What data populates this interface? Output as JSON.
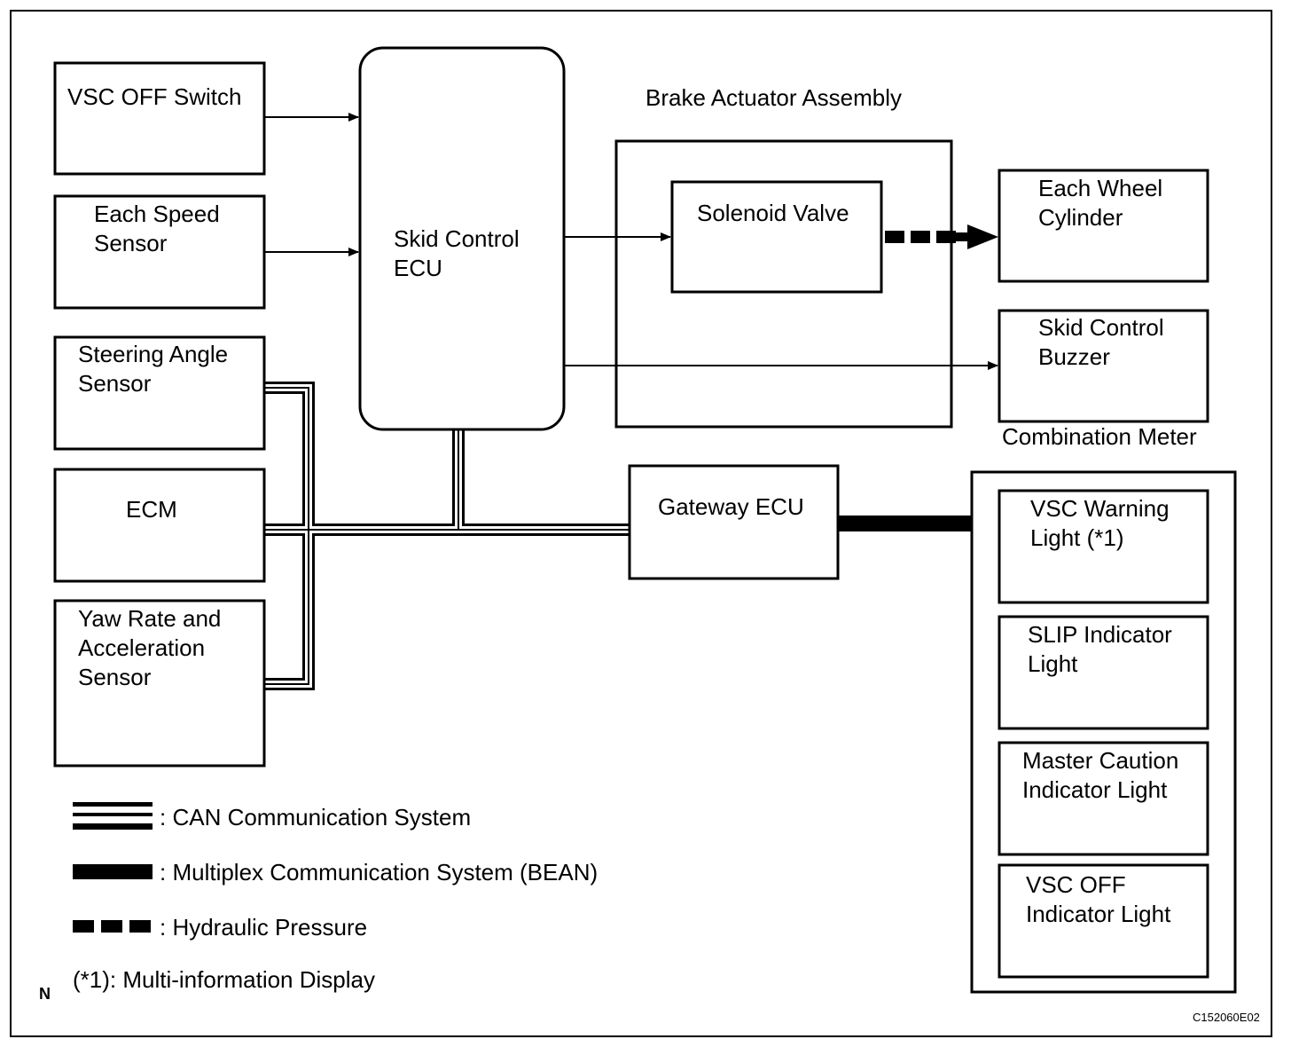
{
  "diagram": {
    "nodes": {
      "vsc_off_switch": [
        "VSC OFF Switch"
      ],
      "speed_sensor": [
        "Each Speed",
        "Sensor"
      ],
      "steering_sensor": [
        "Steering Angle",
        "Sensor"
      ],
      "ecm": [
        "ECM"
      ],
      "yaw_sensor": [
        "Yaw Rate and",
        "Acceleration",
        "Sensor"
      ],
      "skid_ecu": [
        "Skid Control",
        "ECU"
      ],
      "brake_actuator_title": "Brake Actuator Assembly",
      "solenoid_valve": [
        "Solenoid Valve"
      ],
      "wheel_cylinder": [
        "Each Wheel",
        "Cylinder"
      ],
      "skid_buzzer": [
        "Skid Control",
        "Buzzer"
      ],
      "combination_meter_title": "Combination Meter",
      "gateway_ecu": [
        "Gateway ECU"
      ],
      "vsc_warning": [
        "VSC Warning",
        "Light (*1)"
      ],
      "slip_indicator": [
        "SLIP Indicator",
        "Light"
      ],
      "master_caution": [
        "Master Caution",
        "Indicator Light"
      ],
      "vsc_off_indicator": [
        "VSC OFF",
        "Indicator Light"
      ]
    },
    "legend": {
      "can": ": CAN Communication System",
      "bean": ": Multiplex Communication System (BEAN)",
      "hydraulic": ": Hydraulic Pressure",
      "note": "(*1): Multi-information Display"
    },
    "corner_mark": "N",
    "figure_code": "C152060E02"
  }
}
